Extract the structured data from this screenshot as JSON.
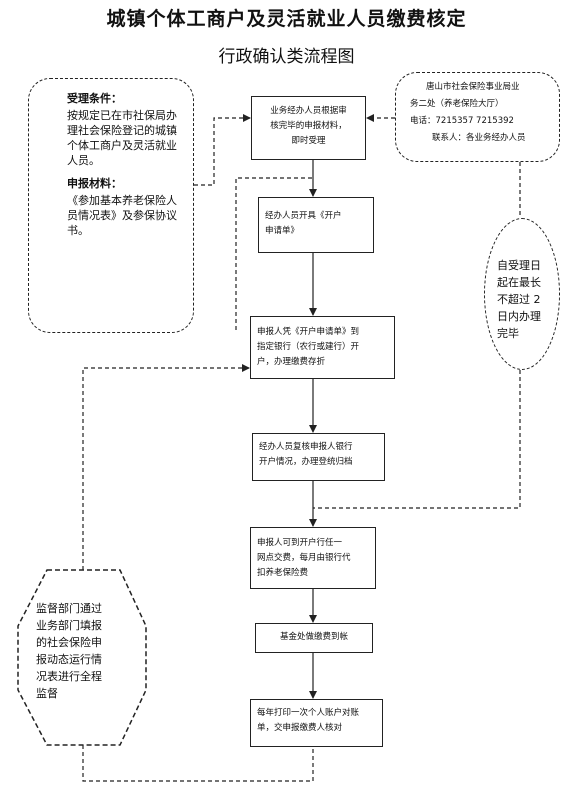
{
  "title": "城镇个体工商户及灵活就业人员缴费核定",
  "subtitle": "行政确认类流程图",
  "acceptance": {
    "condition_heading": "受理条件：",
    "condition_text": "按规定已在市社保局办理社会保险登记的城镇个体工商户及灵活就业人员。",
    "materials_heading": "申报材料：",
    "materials_text": "《参加基本养老保险人员情况表》及参保协议书。"
  },
  "contact": {
    "line1": "唐山市社会保险事业局业",
    "line2": "务二处（养老保险大厅）",
    "phone": "电话：7215357  7215392",
    "person": "联系人：各业务经办人员"
  },
  "steps": [
    {
      "lines": [
        "业务经办人员根据审",
        "核完毕的申报材料，",
        "即时受理"
      ]
    },
    {
      "lines": [
        "经办人员开具《开户",
        "申请单》"
      ]
    },
    {
      "lines": [
        "申报人凭《开户申请单》到",
        "指定银行（农行或建行）开",
        "户，办理缴费存折"
      ]
    },
    {
      "lines": [
        "经办人员复核申报人银行",
        "开户情况，办理登统归档"
      ]
    },
    {
      "lines": [
        "申报人可到开户行任一",
        "网点交费，每月由银行代",
        "扣养老保险费"
      ]
    },
    {
      "lines": [
        "基金处做缴费到帐"
      ]
    },
    {
      "lines": [
        "每年打印一次个人账户对账",
        "单，交申报缴费人核对"
      ]
    }
  ],
  "deadline": {
    "lines": [
      "自受理日",
      "起在最长",
      "不超过 2",
      "日内办理",
      "完毕"
    ]
  },
  "supervision": {
    "lines": [
      "监督部门通过",
      "业务部门填报",
      "的社会保险申",
      "报动态运行情",
      "况表进行全程",
      "监督"
    ]
  }
}
